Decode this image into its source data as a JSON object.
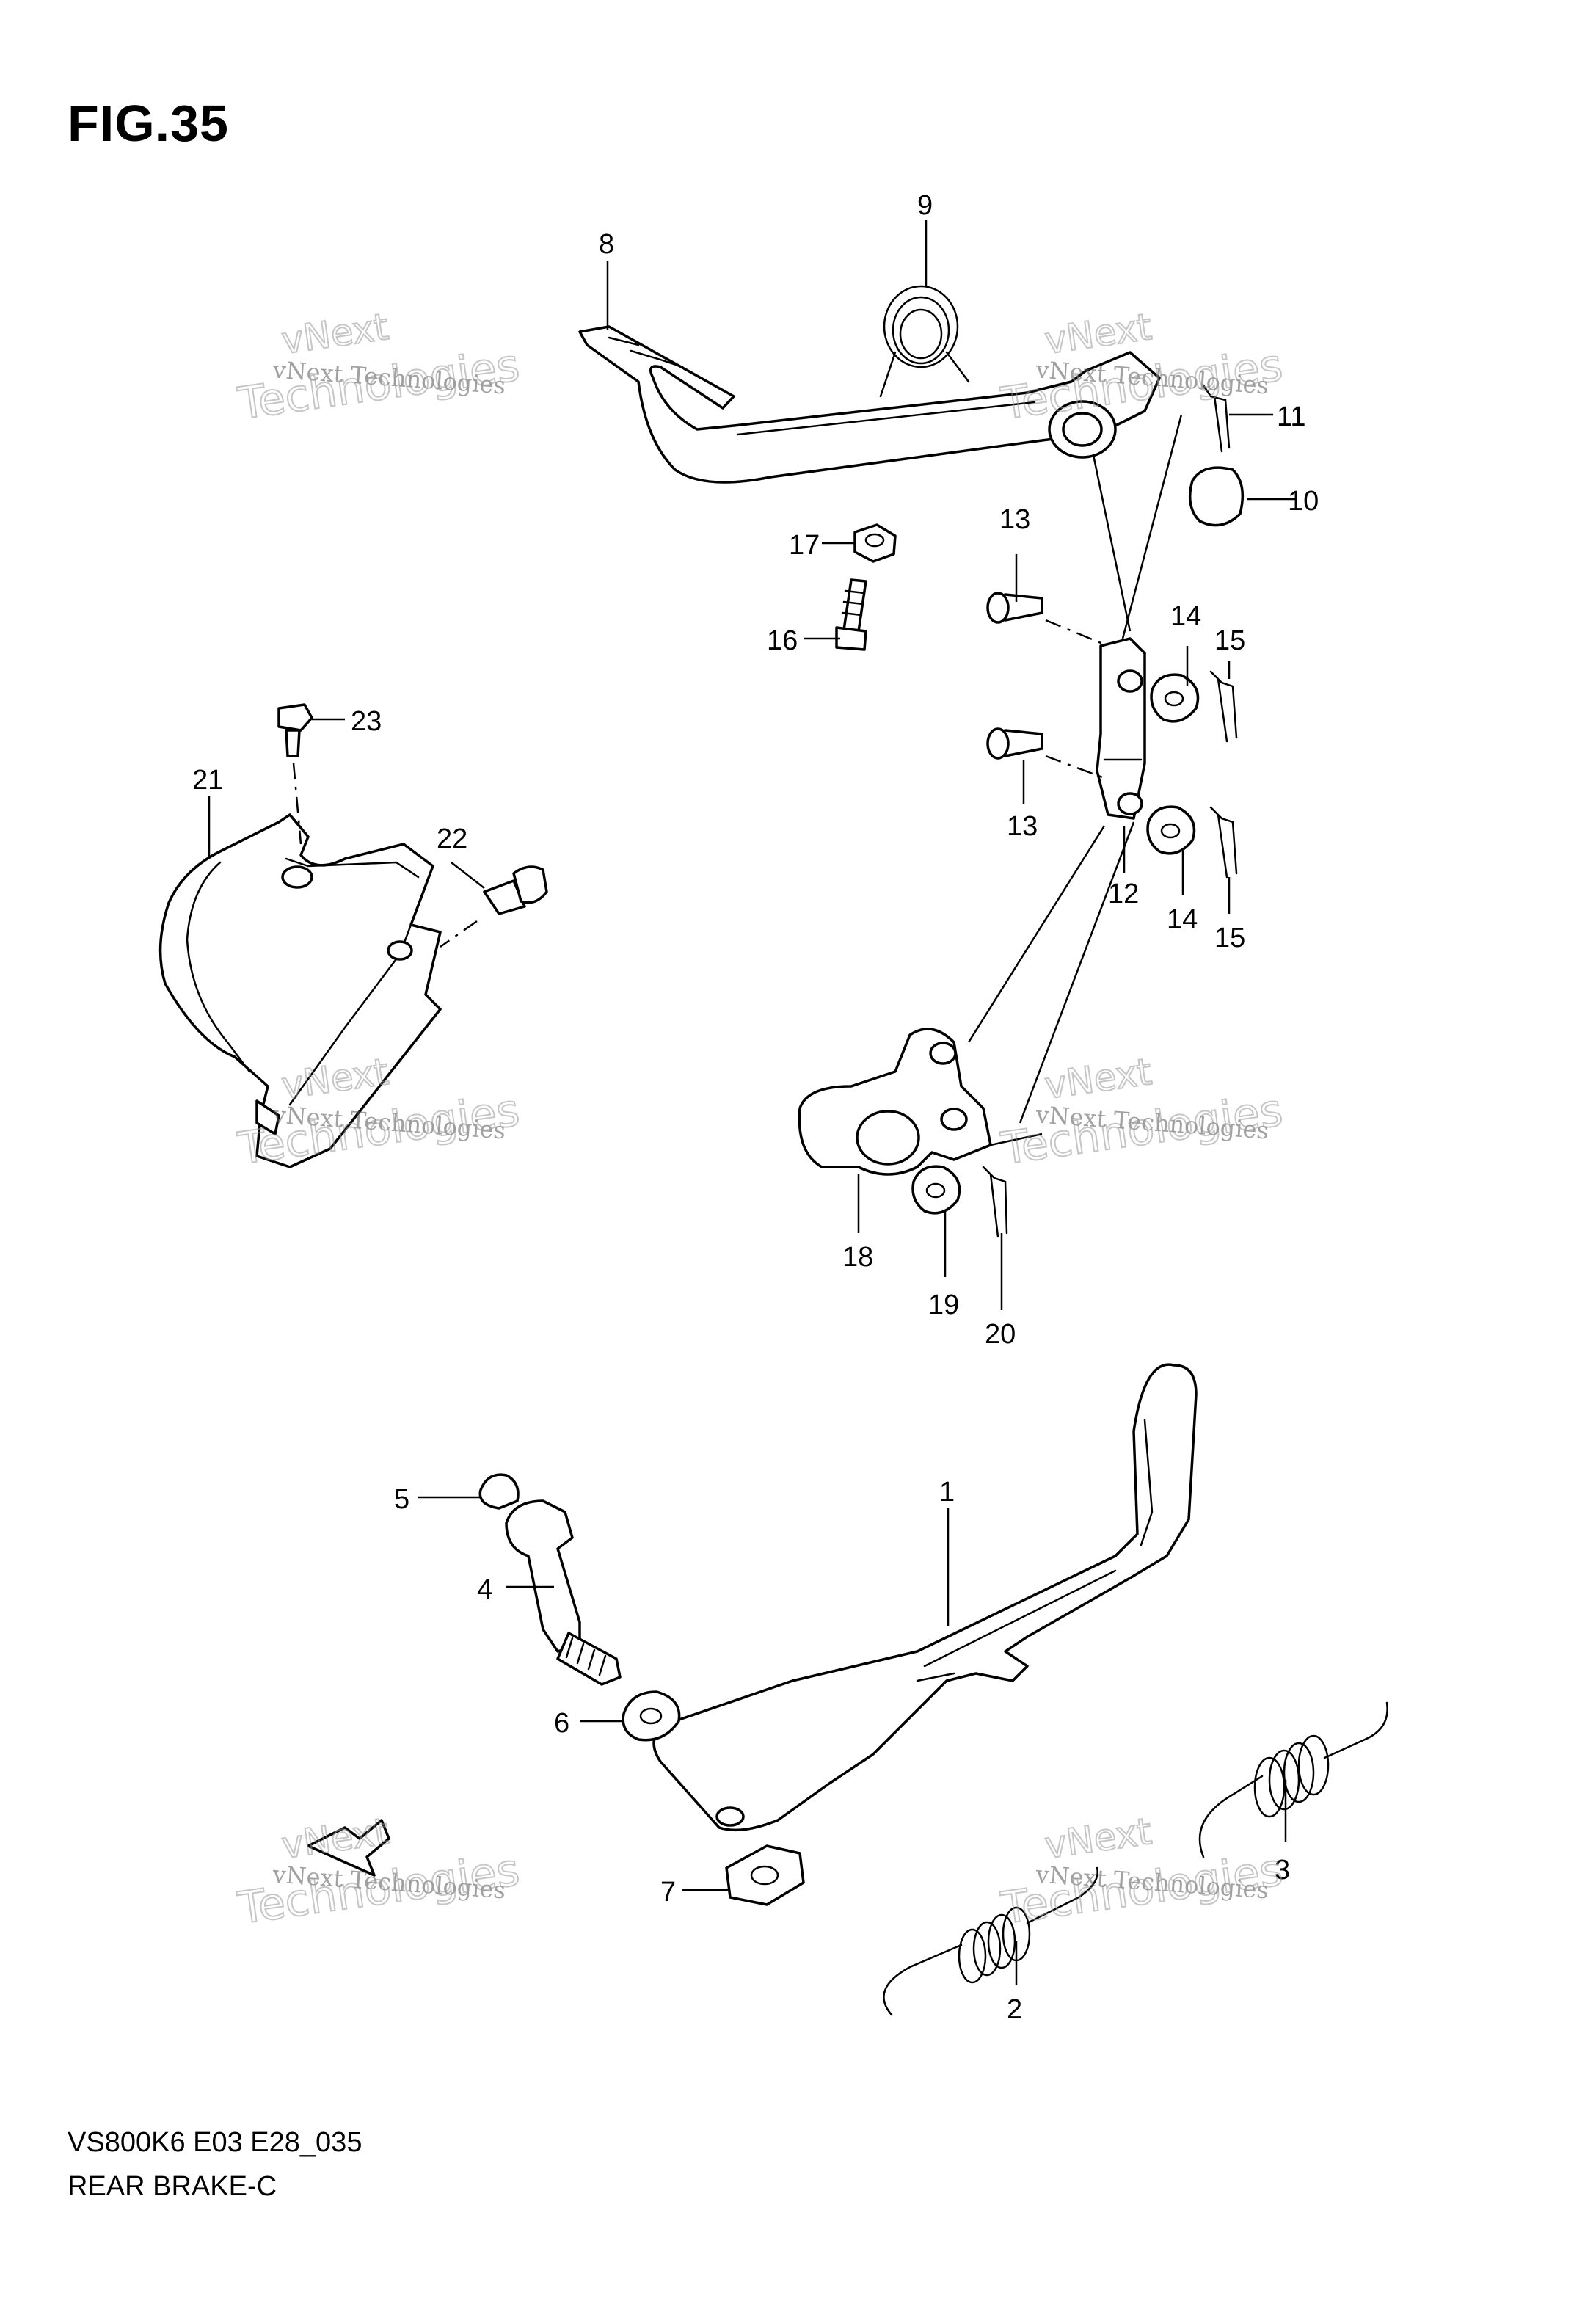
{
  "figure": {
    "title": "FIG.35",
    "code": "VS800K6 E03 E28_035",
    "name": "REAR BRAKE-C"
  },
  "watermark": {
    "small": "vNext Technologies",
    "large_top": "vNext",
    "large_bottom": "Technologies"
  },
  "callouts": [
    "1",
    "2",
    "3",
    "4",
    "5",
    "6",
    "7",
    "8",
    "9",
    "10",
    "11",
    "12",
    "13",
    "13",
    "14",
    "14",
    "15",
    "15",
    "16",
    "17",
    "18",
    "19",
    "20",
    "21",
    "22",
    "23"
  ]
}
